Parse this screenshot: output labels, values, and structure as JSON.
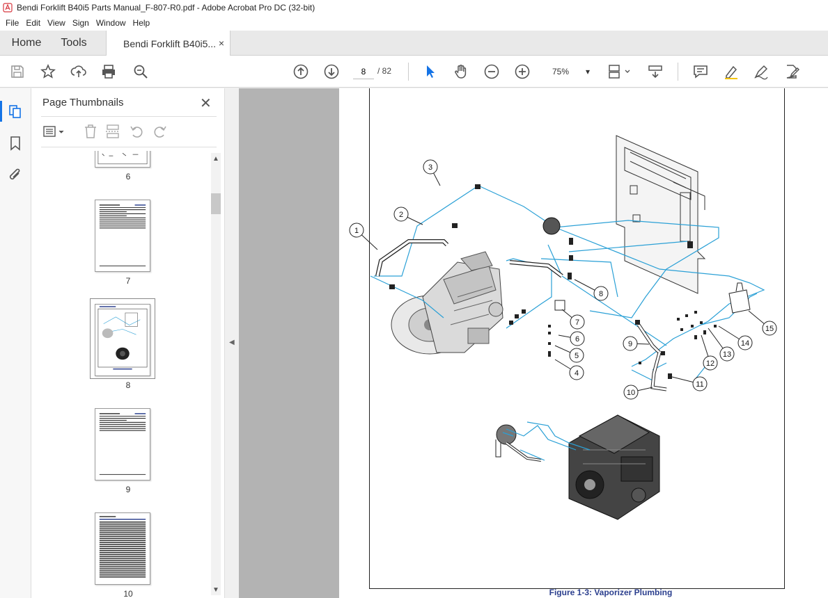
{
  "window": {
    "title": "Bendi Forklift B40i5 Parts Manual_F-807-R0.pdf - Adobe Acrobat Pro DC (32-bit)"
  },
  "menu": [
    "File",
    "Edit",
    "View",
    "Sign",
    "Window",
    "Help"
  ],
  "tabs": {
    "home": "Home",
    "tools": "Tools",
    "document": "Bendi Forklift B40i5...",
    "close_glyph": "×"
  },
  "toolbar": {
    "page_current": "8",
    "page_total": "/ 82",
    "zoom": "75%",
    "zoom_arrow": "▾"
  },
  "thumbnails_panel": {
    "title": "Page Thumbnails",
    "close_glyph": "✕",
    "pages": [
      {
        "label": "6"
      },
      {
        "label": "7"
      },
      {
        "label": "8",
        "selected": true
      },
      {
        "label": "9"
      },
      {
        "label": "10"
      }
    ]
  },
  "document": {
    "figure_caption": "Figure 1-3:  Vaporizer Plumbing",
    "callouts": [
      "1",
      "2",
      "3",
      "4",
      "5",
      "6",
      "7",
      "8",
      "9",
      "10",
      "11",
      "12",
      "13",
      "14",
      "15"
    ]
  },
  "colors": {
    "accent": "#1473e6",
    "line": "#2aa0d6",
    "caption": "#2b3f8e",
    "pdf_red": "#d7373f"
  }
}
